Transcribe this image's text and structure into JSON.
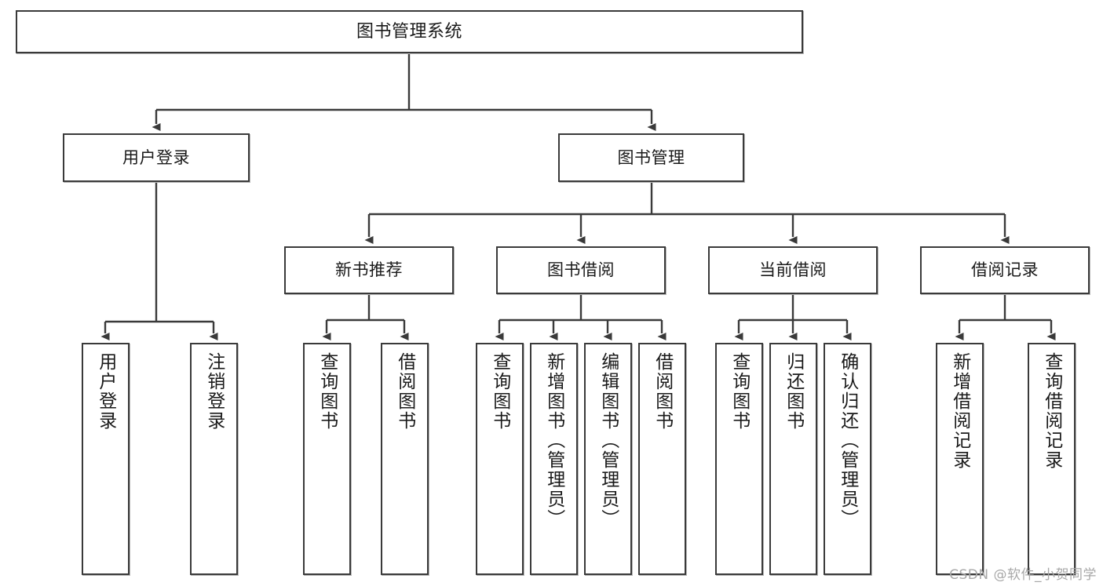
{
  "diagram": {
    "title": "图书管理系统",
    "type": "tree-structure-chart",
    "line_color": "#3a3a3a",
    "box_fill": "#ffffff",
    "text_color": "#1a1a1a"
  },
  "root": {
    "label": "图书管理系统"
  },
  "level2": [
    {
      "label": "用户登录"
    },
    {
      "label": "图书管理"
    }
  ],
  "level3": [
    {
      "label": "新书推荐"
    },
    {
      "label": "图书借阅"
    },
    {
      "label": "当前借阅"
    },
    {
      "label": "借阅记录"
    }
  ],
  "leaves": {
    "user_login": [
      {
        "label": "用户登录"
      },
      {
        "label": "注销登录"
      }
    ],
    "new_book": [
      {
        "label": "查询图书"
      },
      {
        "label": "借阅图书"
      }
    ],
    "book_borrow": [
      {
        "label": "查询图书"
      },
      {
        "label": "新增图书（管理员）"
      },
      {
        "label": "编辑图书（管理员）"
      },
      {
        "label": "借阅图书"
      }
    ],
    "current_borrow": [
      {
        "label": "查询图书"
      },
      {
        "label": "归还图书"
      },
      {
        "label": "确认归还（管理员）"
      }
    ],
    "borrow_record": [
      {
        "label": "新增借阅记录"
      },
      {
        "label": "查询借阅记录"
      }
    ]
  },
  "watermark": {
    "text": "CSDN @软件_小贺同学"
  }
}
